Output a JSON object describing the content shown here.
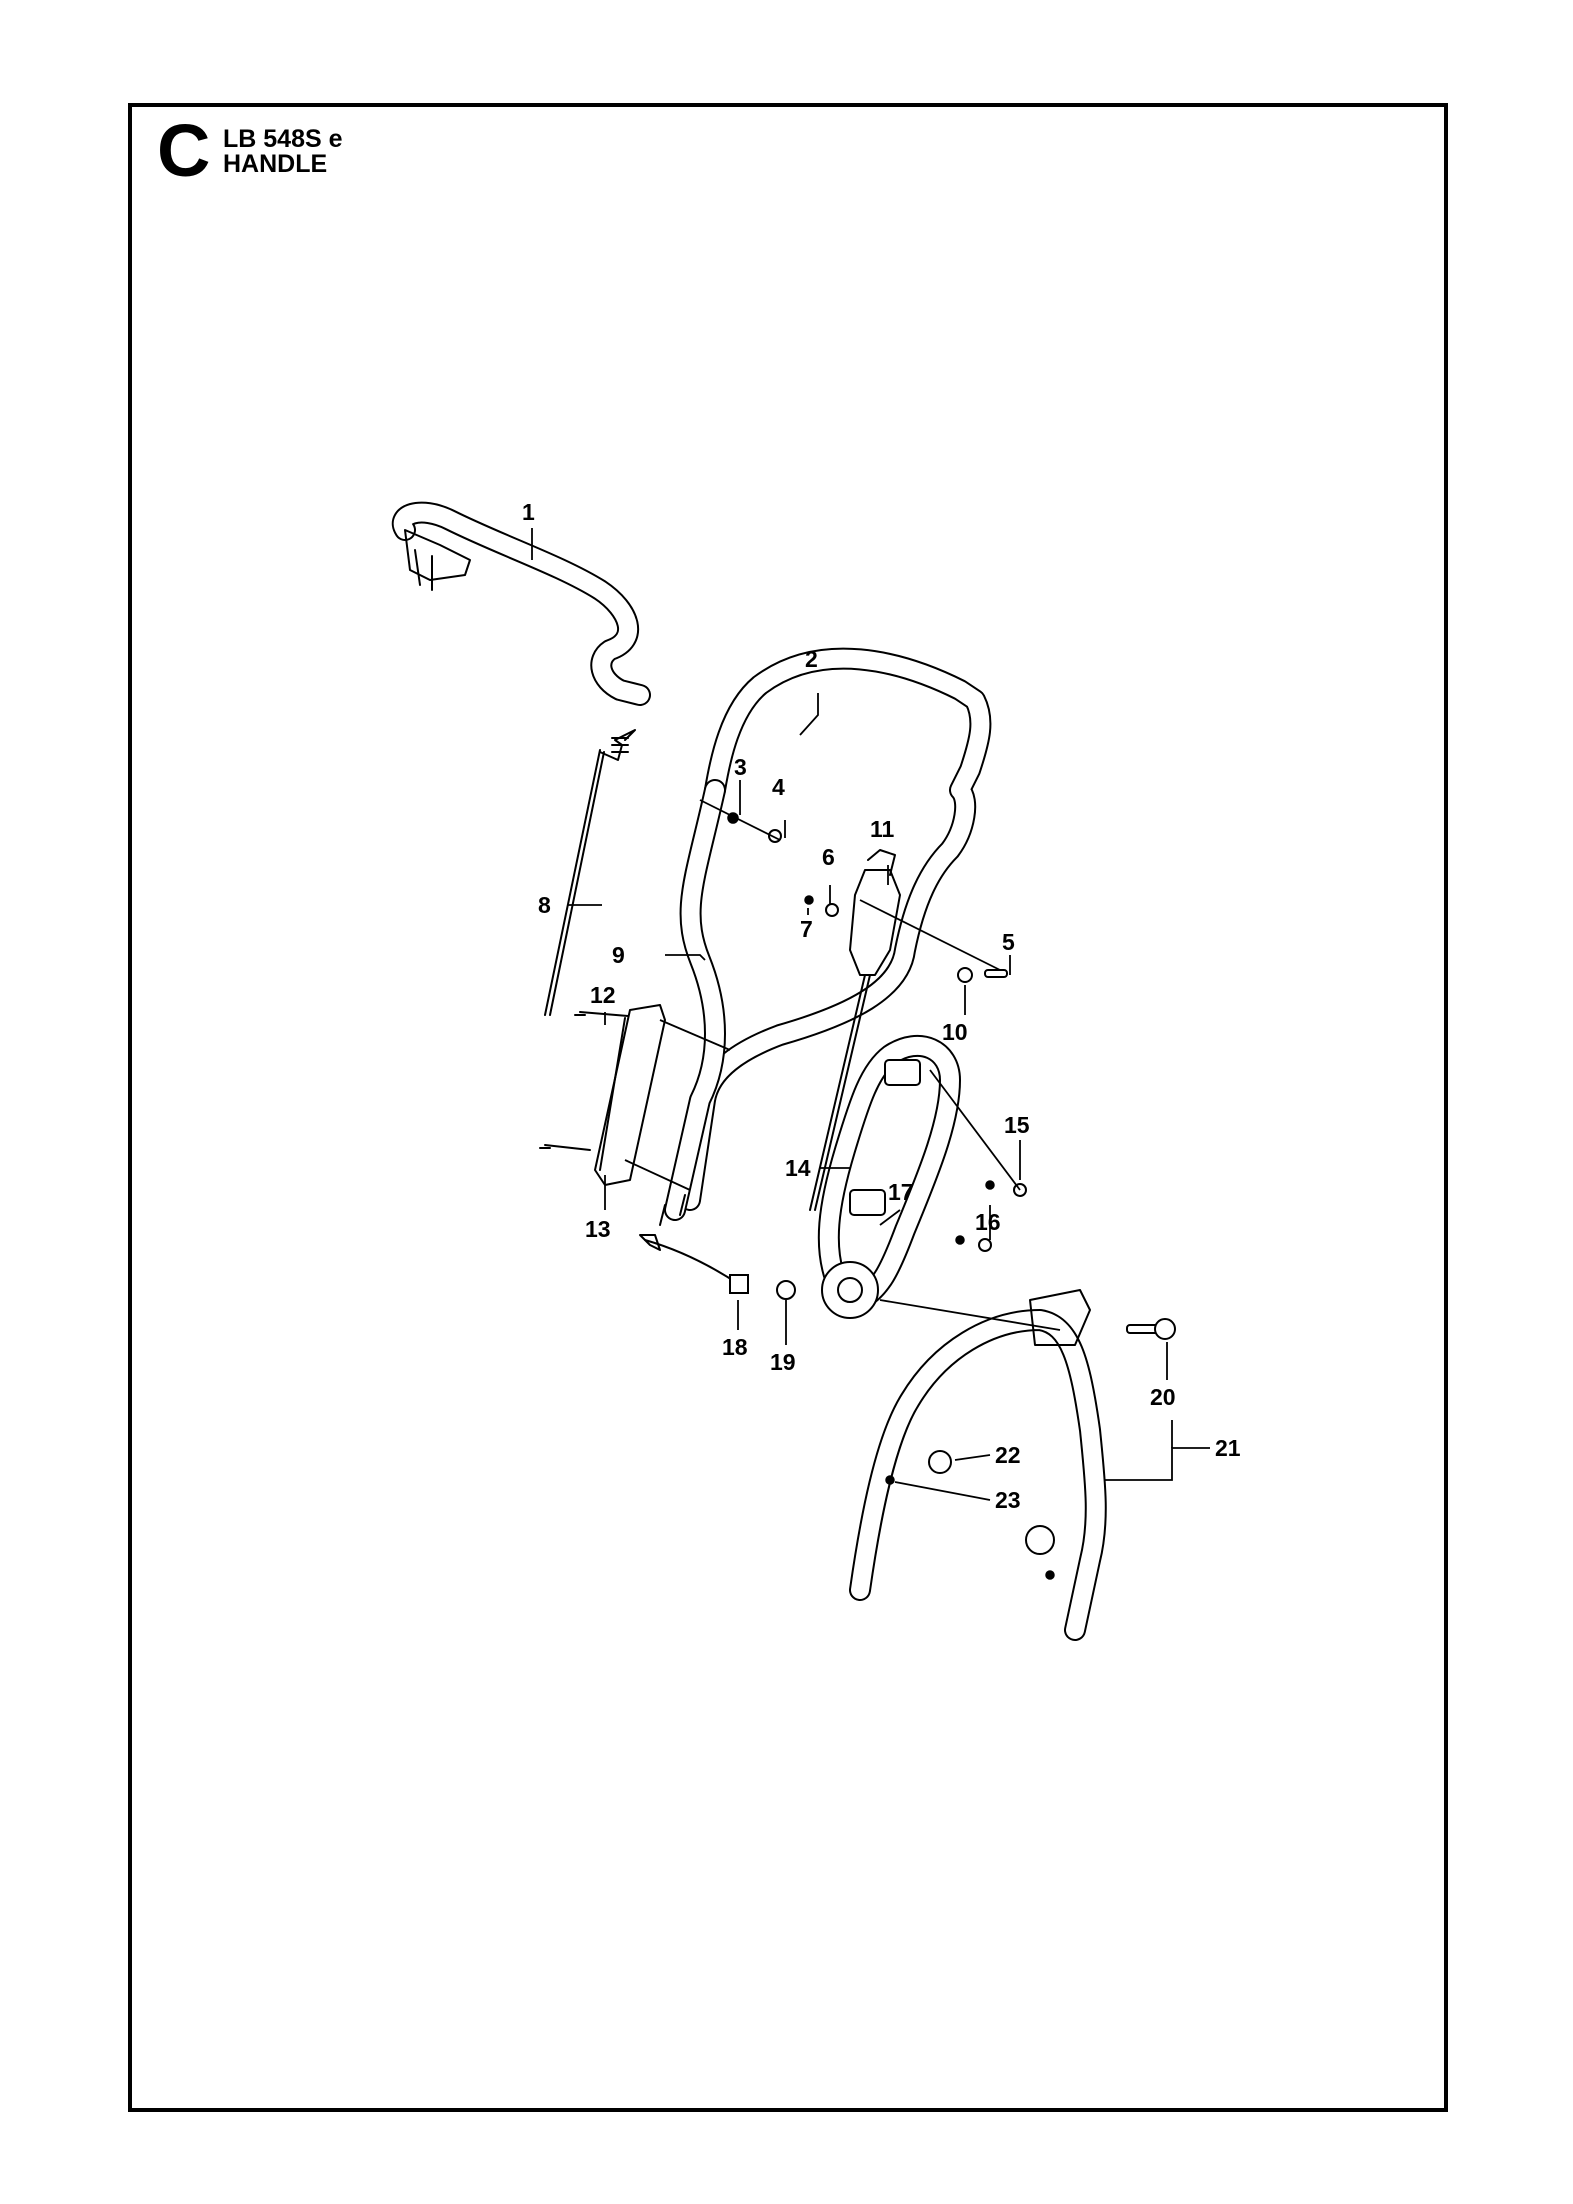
{
  "header": {
    "section_letter": "C",
    "model": "LB 548S e",
    "title": "HANDLE"
  },
  "parts": [
    {
      "id": "part-1",
      "label": "1"
    },
    {
      "id": "part-2",
      "label": "2"
    },
    {
      "id": "part-3",
      "label": "3"
    },
    {
      "id": "part-4",
      "label": "4"
    },
    {
      "id": "part-5",
      "label": "5"
    },
    {
      "id": "part-6",
      "label": "6"
    },
    {
      "id": "part-7",
      "label": "7"
    },
    {
      "id": "part-8",
      "label": "8"
    },
    {
      "id": "part-9",
      "label": "9"
    },
    {
      "id": "part-10",
      "label": "10"
    },
    {
      "id": "part-11",
      "label": "11"
    },
    {
      "id": "part-12",
      "label": "12"
    },
    {
      "id": "part-13",
      "label": "13"
    },
    {
      "id": "part-14",
      "label": "14"
    },
    {
      "id": "part-15",
      "label": "15"
    },
    {
      "id": "part-16",
      "label": "16"
    },
    {
      "id": "part-17",
      "label": "17"
    },
    {
      "id": "part-18",
      "label": "18"
    },
    {
      "id": "part-19",
      "label": "19"
    },
    {
      "id": "part-20",
      "label": "20"
    },
    {
      "id": "part-21",
      "label": "21"
    },
    {
      "id": "part-22",
      "label": "22"
    },
    {
      "id": "part-23",
      "label": "23"
    }
  ]
}
